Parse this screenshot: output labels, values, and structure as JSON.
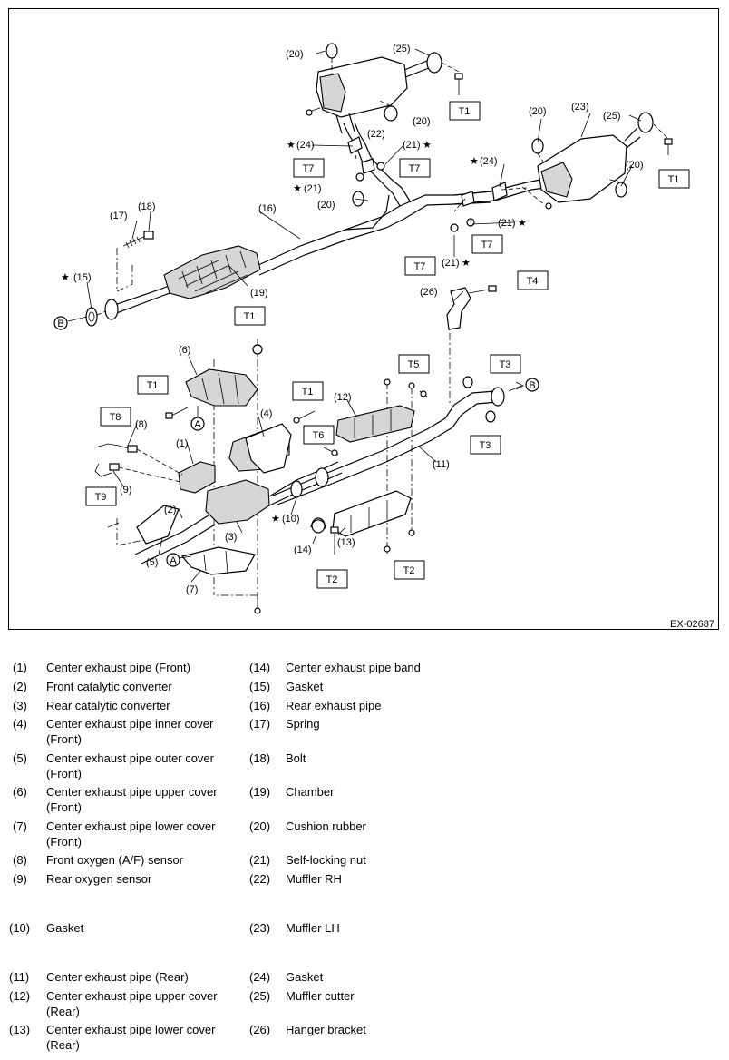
{
  "figure": {
    "code": "EX-02687",
    "callouts": {
      "c1": "(1)",
      "c2": "(2)",
      "c3": "(3)",
      "c4": "(4)",
      "c5": "(5)",
      "c6": "(6)",
      "c7": "(7)",
      "c8": "(8)",
      "c9": "(9)",
      "c10": "(10)",
      "c11": "(11)",
      "c12": "(12)",
      "c13": "(13)",
      "c14": "(14)",
      "c15": "(15)",
      "c16": "(16)",
      "c17": "(17)",
      "c18": "(18)",
      "c19": "(19)",
      "c20a": "(20)",
      "c20b": "(20)",
      "c20c": "(20)",
      "c20d": "(20)",
      "c20e": "(20)",
      "c21a": "(21)",
      "c21b": "(21)",
      "c21c": "(21)",
      "c21d": "(21)",
      "c22": "(22)",
      "c23": "(23)",
      "c24a": "(24)",
      "c24b": "(24)",
      "c25a": "(25)",
      "c25b": "(25)",
      "c26": "(26)"
    },
    "torque_labels": {
      "t1a": "T1",
      "t1b": "T1",
      "t1c": "T1",
      "t1d": "T1",
      "t1e": "T1",
      "t2a": "T2",
      "t2b": "T2",
      "t3a": "T3",
      "t3b": "T3",
      "t4": "T4",
      "t5": "T5",
      "t6": "T6",
      "t7a": "T7",
      "t7b": "T7",
      "t7c": "T7",
      "t7d": "T7",
      "t8": "T8",
      "t9": "T9"
    },
    "markers": {
      "a": "A",
      "b": "B",
      "star": "★"
    }
  },
  "legend": [
    {
      "num": "(1)",
      "text": "Center exhaust pipe (Front)"
    },
    {
      "num": "(2)",
      "text": "Front catalytic converter"
    },
    {
      "num": "(3)",
      "text": "Rear catalytic converter"
    },
    {
      "num": "(4)",
      "text": "Center exhaust pipe inner cover (Front)"
    },
    {
      "num": "(5)",
      "text": "Center exhaust pipe outer cover (Front)"
    },
    {
      "num": "(6)",
      "text": "Center exhaust pipe upper cover (Front)"
    },
    {
      "num": "(7)",
      "text": "Center exhaust pipe lower cover (Front)"
    },
    {
      "num": "(8)",
      "text": "Front oxygen (A/F) sensor"
    },
    {
      "num": "(9)",
      "text": "Rear oxygen sensor"
    },
    {
      "num": "(10)",
      "text": "Gasket"
    },
    {
      "num": "(11)",
      "text": "Center exhaust pipe (Rear)"
    },
    {
      "num": "(12)",
      "text": "Center exhaust pipe upper cover (Rear)"
    },
    {
      "num": "(13)",
      "text": "Center exhaust pipe lower cover (Rear)"
    },
    {
      "num": "(14)",
      "text": "Center exhaust pipe band"
    },
    {
      "num": "(15)",
      "text": "Gasket"
    },
    {
      "num": "(16)",
      "text": "Rear exhaust pipe"
    },
    {
      "num": "(17)",
      "text": "Spring"
    },
    {
      "num": "(18)",
      "text": "Bolt"
    },
    {
      "num": "(19)",
      "text": "Chamber"
    },
    {
      "num": "(20)",
      "text": "Cushion rubber"
    },
    {
      "num": "(21)",
      "text": "Self-locking nut"
    },
    {
      "num": "(22)",
      "text": "Muffler RH"
    },
    {
      "num": "(23)",
      "text": "Muffler LH"
    },
    {
      "num": "(24)",
      "text": "Gasket"
    },
    {
      "num": "(25)",
      "text": "Muffler cutter"
    },
    {
      "num": "(26)",
      "text": "Hanger bracket"
    }
  ]
}
